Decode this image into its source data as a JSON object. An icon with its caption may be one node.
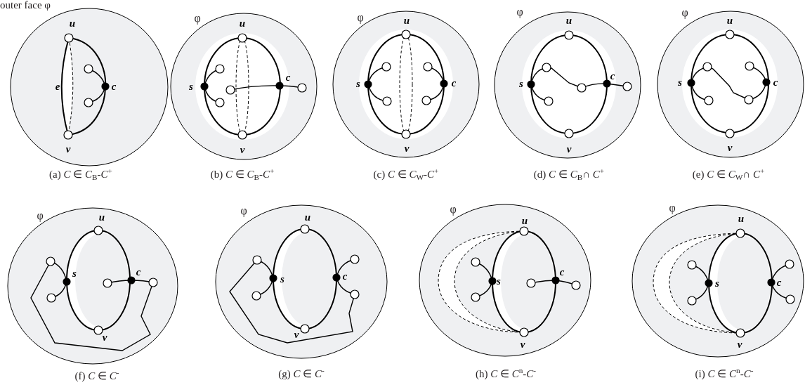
{
  "diagram": {
    "labels": [
      "outer face φ",
      "u",
      "e",
      "c",
      "v",
      "(a) *C* ∈ *C*$_{B}$-*C*$^{+}$",
      "φ",
      "u",
      "s",
      "c",
      "v",
      "(b) *C* ∈ *C*$_{B}$-*C*$^{+}$",
      "φ",
      "u",
      "s",
      "c",
      "v",
      "(c) *C* ∈ *C*$_{W}$-*C*$^{+}$",
      "φ",
      "u",
      "s",
      "c",
      "v",
      "(d) *C* ∈ *C*$_{B}$∩ *C*$^{+}$",
      "φ",
      "u",
      "s",
      "c",
      "v",
      "(e) *C* ∈ *C*$_{W}$∩ *C*$^{+}$",
      "φ",
      "u",
      "s",
      "c",
      "v",
      "(f) *C* ∈ *C*$^{-}$",
      "φ",
      "u",
      "s",
      "c",
      "v",
      "(g) *C* ∈ *C*$^{-}$",
      "φ",
      "u",
      "s",
      "c",
      "v",
      "(h) *C* ∈ *C*$^{n}$-*C*$^{-}$",
      "φ",
      "u",
      "s",
      "c",
      "v",
      "(i) *C* ∈ *C*$^{n}$-*C*$^{-}$"
    ]
  }
}
